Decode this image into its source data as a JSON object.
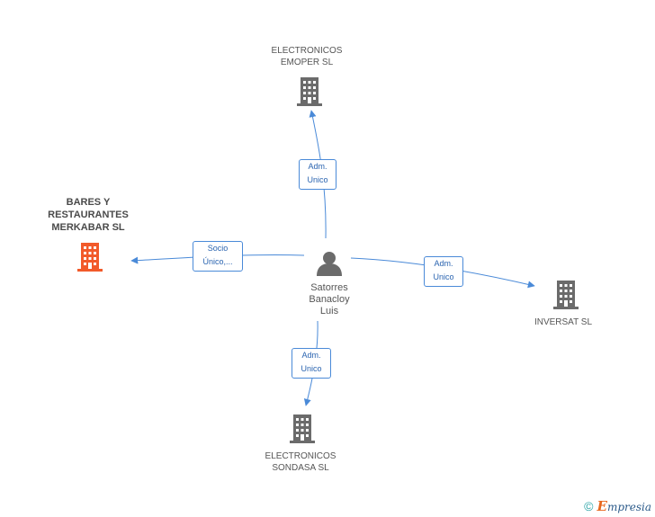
{
  "person": {
    "name": "Satorres\nBanacloy\nLuis"
  },
  "companies": [
    {
      "id": "emoper",
      "name": "ELECTRONICOS\nEMOPER SL",
      "highlight": false
    },
    {
      "id": "merkabar",
      "name": "BARES Y\nRESTAURANTES\nMERKABAR SL",
      "highlight": true
    },
    {
      "id": "inversat",
      "name": "INVERSAT SL",
      "highlight": false
    },
    {
      "id": "sondasa",
      "name": "ELECTRONICOS\nSONDASA SL",
      "highlight": false
    }
  ],
  "relations": [
    {
      "to": "emoper",
      "label": "Adm.\nUnico"
    },
    {
      "to": "merkabar",
      "label": "Socio\nÚnico,..."
    },
    {
      "to": "inversat",
      "label": "Adm.\nUnico"
    },
    {
      "to": "sondasa",
      "label": "Adm.\nUnico"
    }
  ],
  "colors": {
    "edge": "#4a8ad8",
    "building": "#6b6b6b",
    "highlight": "#f25a2a",
    "person": "#6b6b6b"
  },
  "icons": {
    "company": "building-icon",
    "person": "person-icon"
  },
  "footer": {
    "copyright": "©",
    "brand_first": "E",
    "brand_rest": "mpresia"
  }
}
